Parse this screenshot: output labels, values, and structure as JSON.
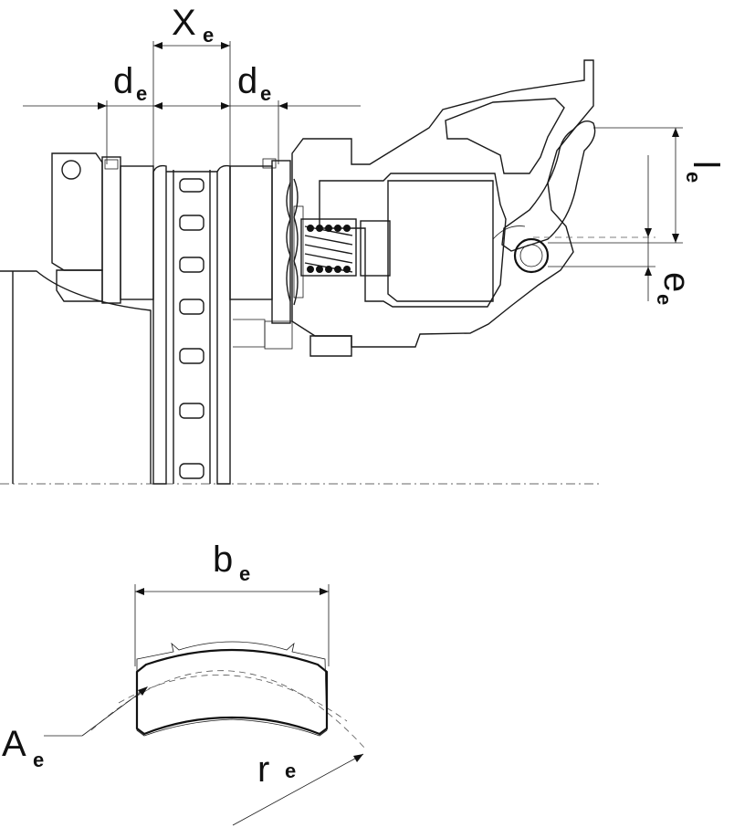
{
  "labels": {
    "x": "X",
    "x_sub": "e",
    "d_left": "d",
    "d_left_sub": "e",
    "d_right": "d",
    "d_right_sub": "e",
    "l": "l",
    "l_sub": "e",
    "e": "e",
    "e_sub": "e",
    "b": "b",
    "b_sub": "e",
    "a": "A",
    "a_sub": "e",
    "r": "r",
    "r_sub": "e"
  }
}
